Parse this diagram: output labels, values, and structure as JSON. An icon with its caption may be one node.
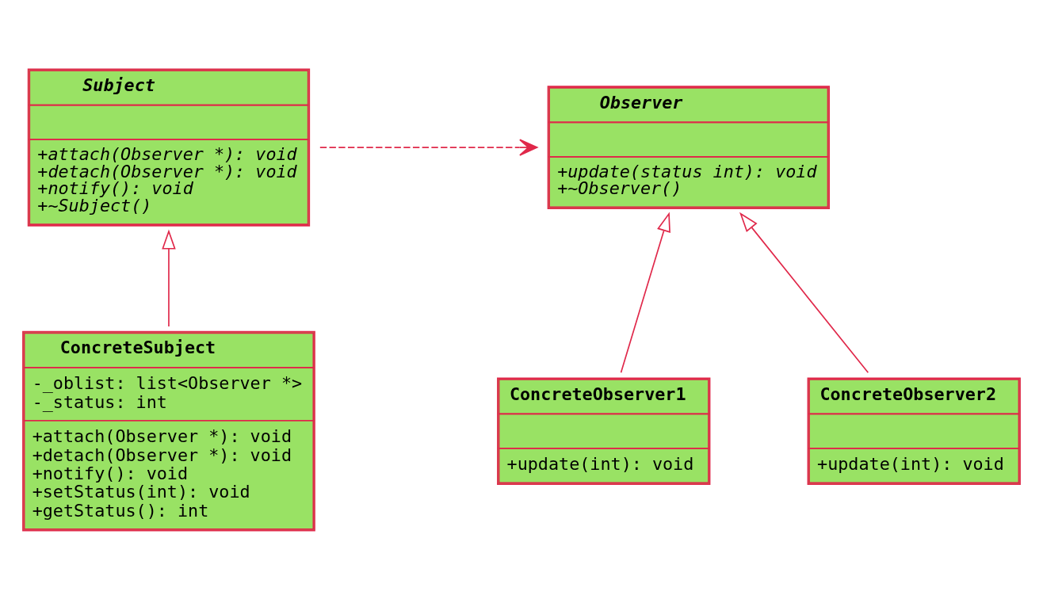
{
  "diagram": {
    "nodes": [
      {
        "text": [
          "Subject",
          "+attach(Observer *): void",
          "+detach(Observer *): void",
          "+notify(): void",
          "+~Subject()"
        ]
      },
      {
        "text": [
          "Observer",
          "+update(status int): void",
          "+~Observer()"
        ]
      },
      {
        "text": [
          "ConcreteSubject",
          "-_oblist: list<Observer *>",
          "-_status: int",
          "+attach(Observer *): void",
          "+detach(Observer *): void",
          "+notify(): void",
          "+setStatus(int): void",
          "+getStatus(): int"
        ]
      },
      {
        "text": [
          "ConcreteObserver1",
          "+update(int): void"
        ]
      },
      {
        "text": [
          "ConcreteObserver2",
          "+update(int): void"
        ]
      }
    ],
    "edges": [
      {
        "from": 0,
        "to": 1,
        "arrow": "to",
        "style": "dashed"
      },
      {
        "from": 2,
        "to": 0,
        "arrow": "to"
      },
      {
        "from": 3,
        "to": 1,
        "arrow": "to"
      },
      {
        "from": 4,
        "to": 1,
        "arrow": "to"
      }
    ]
  }
}
